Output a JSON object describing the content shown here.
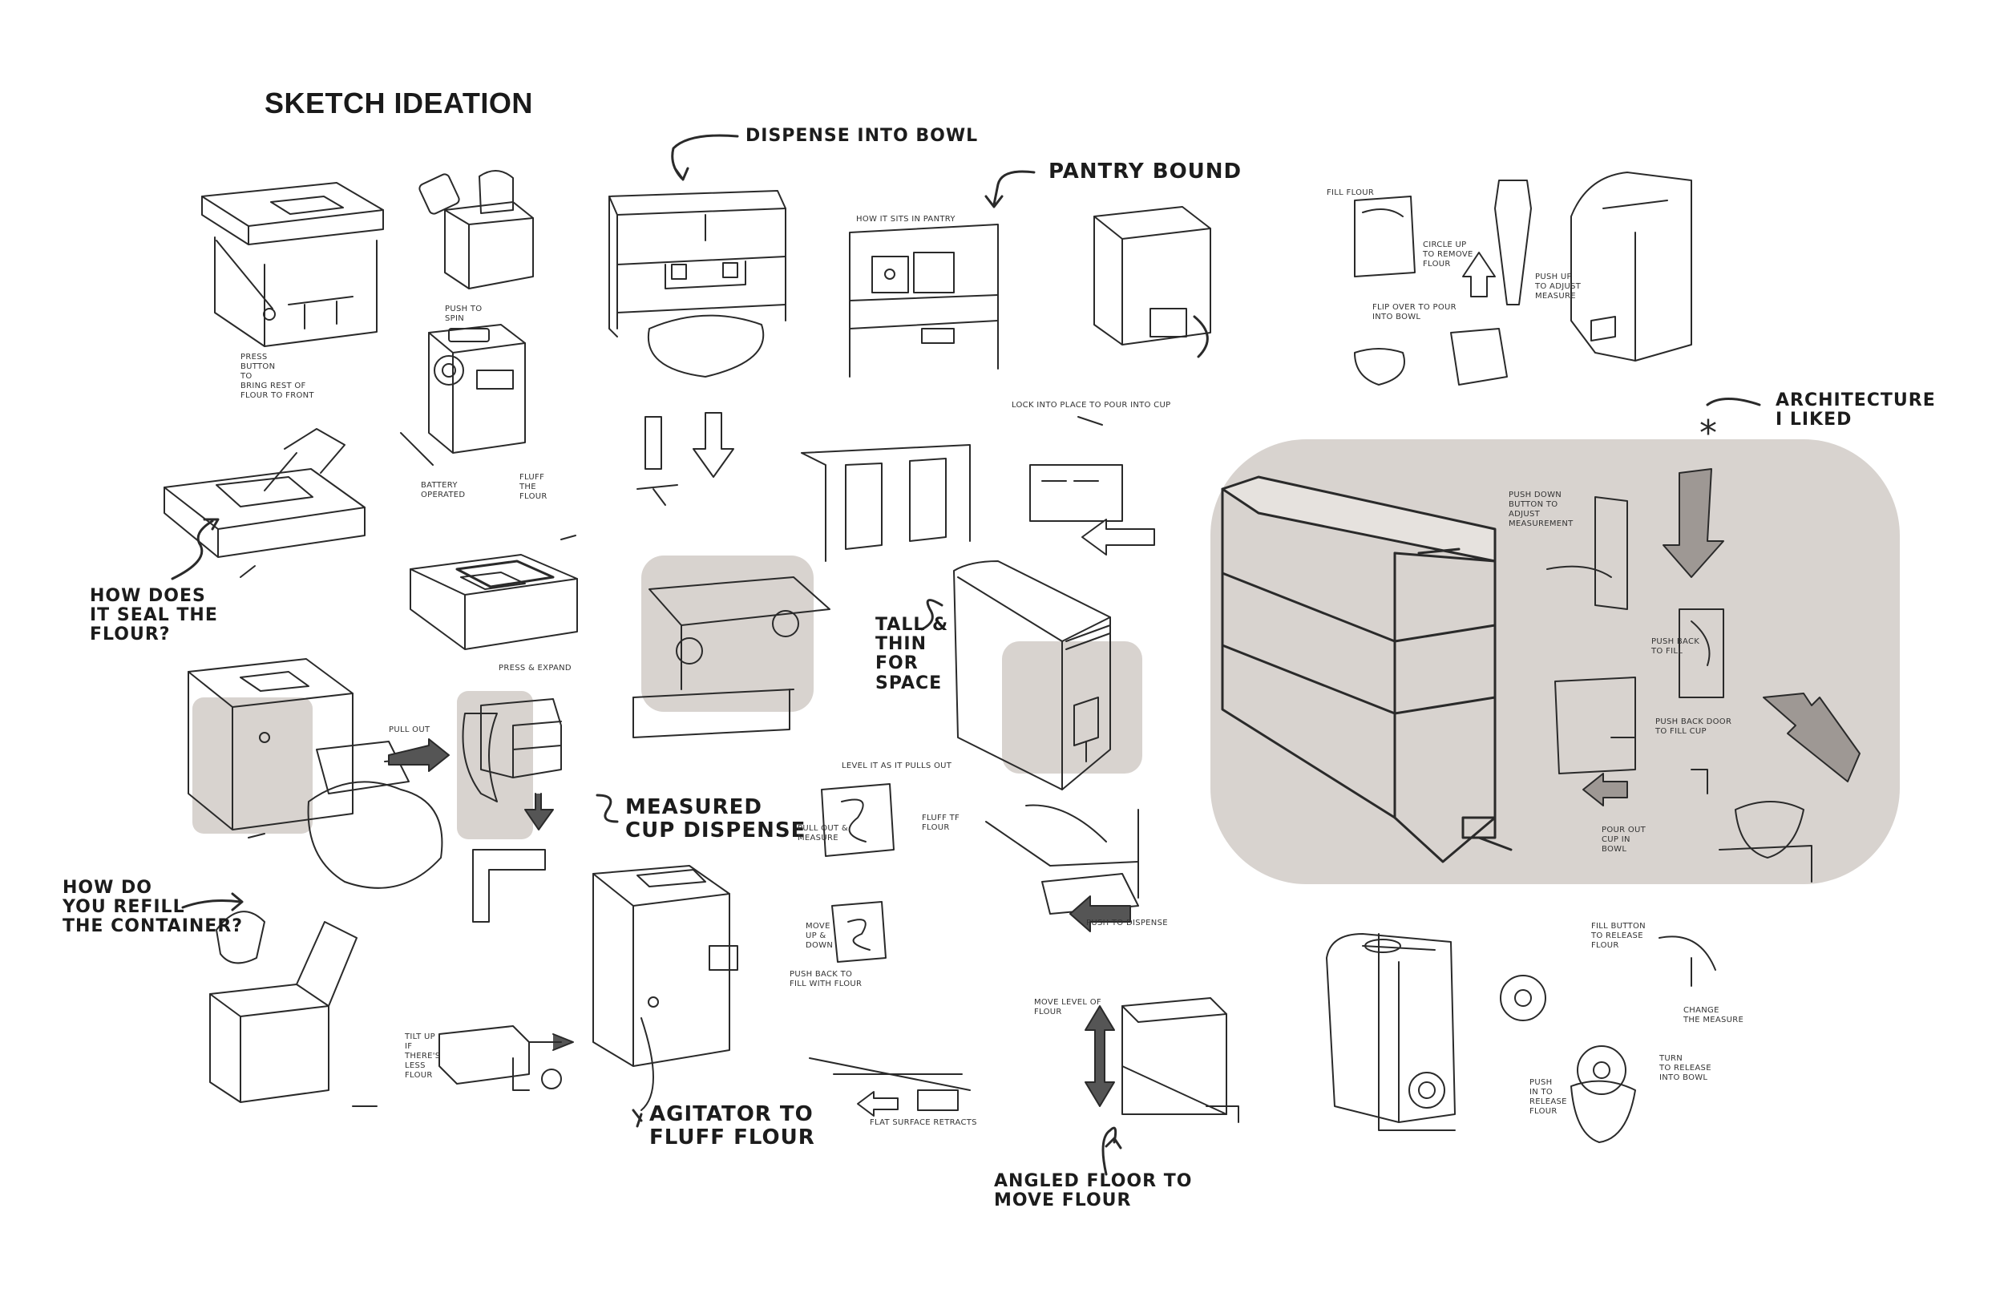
{
  "title": "SKETCH IDEATION",
  "colors": {
    "highlight": "#d8d3cf",
    "ink": "#2a2a2a",
    "paper": "#ffffff"
  },
  "callouts": {
    "dispense_bowl": "DISPENSE INTO BOWL",
    "pantry_bound": "PANTRY BOUND",
    "architecture": "ARCHITECTURE\nI LIKED",
    "seal": "HOW DOES\nIT SEAL THE\nFLOUR?",
    "tall_thin": "TALL &\nTHIN\nFOR\nSPACE",
    "measured_cup": "MEASURED\nCUP DISPENSE",
    "refill": "HOW DO\nYOU REFILL\nTHE CONTAINER?",
    "agitator": "AGITATOR TO\nFLUFF FLOUR",
    "angled_floor": "ANGLED FLOOR TO\nMOVE FLOUR"
  },
  "notes": {
    "press_button": "PRESS\nBUTTON\nTO\nBRING REST OF\nFLOUR TO FRONT",
    "push_spin": "PUSH TO\nSPIN",
    "battery": "BATTERY\nOPERATED",
    "fluff": "FLUFF\nTHE\nFLOUR",
    "sits_pantry": "HOW IT SITS IN PANTRY",
    "lock_place": "LOCK INTO PLACE TO POUR INTO CUP",
    "pull_out": "PULL OUT",
    "press_expand": "PRESS & EXPAND",
    "level_it": "LEVEL IT AS IT PULLS OUT",
    "pull_measure": "PULL OUT &\nMEASURE",
    "fluff_flour": "FLUFF TF\nFLOUR",
    "move_updown": "MOVE\nUP &\nDOWN",
    "push_back_fill": "PUSH BACK TO\nFILL WITH FLOUR",
    "push_dispense": "PUSH TO DISPENSE",
    "tilt_up": "TILT UP\nIF\nTHERE'S\nLESS\nFLOUR",
    "flat_surface": "FLAT SURFACE RETRACTS",
    "move_level": "MOVE LEVEL OF\nFLOUR",
    "fill_flour": "FILL FLOUR",
    "circle_up": "CIRCLE UP\nTO REMOVE\nFLOUR",
    "push_up_adjust": "PUSH UP\nTO ADJUST\nMEASURE",
    "flip_over": "FLIP OVER TO POUR\nINTO BOWL",
    "push_down_button": "PUSH DOWN\nBUTTON TO\nADJUST\nMEASUREMENT",
    "push_back_fill2": "PUSH BACK\nTO FILL",
    "push_back_door": "PUSH BACK DOOR\nTO FILL CUP",
    "pour_out": "POUR OUT\nCUP IN\nBOWL",
    "fill_button": "FILL BUTTON\nTO RELEASE\nFLOUR",
    "change_measure": "CHANGE\nTHE MEASURE",
    "turn_release": "TURN\nTO RELEASE\nINTO BOWL",
    "push_release": "PUSH\nIN TO\nRELEASE\nFLOUR"
  }
}
